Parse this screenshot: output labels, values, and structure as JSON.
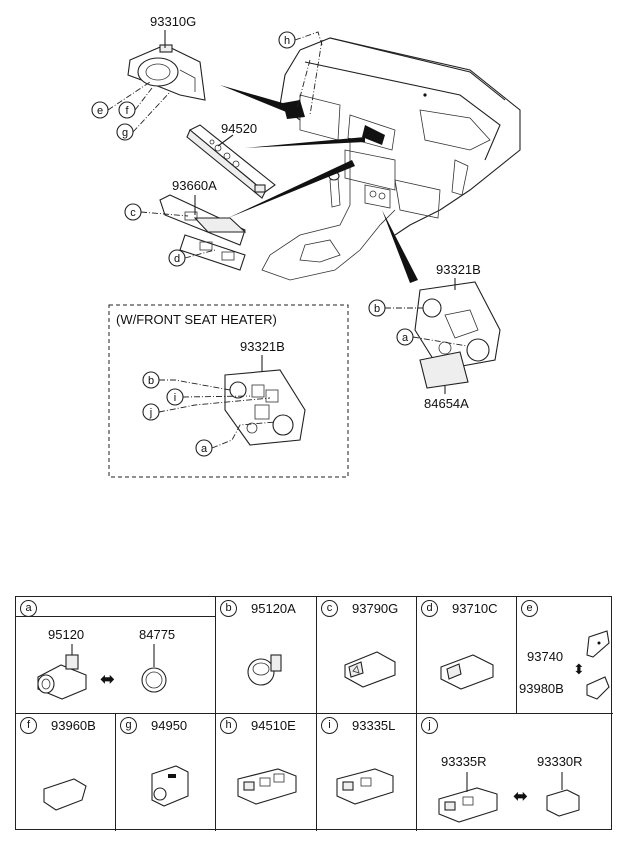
{
  "diagram": {
    "callouts": {
      "p93310G": "93310G",
      "p94520": "94520",
      "p93660A": "93660A",
      "p93321B_main": "93321B",
      "p84654A": "84654A",
      "p93321B_heater": "93321B"
    },
    "heater_box_title": "(W/FRONT SEAT HEATER)",
    "letters": {
      "h": "h",
      "e": "e",
      "f": "f",
      "g": "g",
      "c": "c",
      "d": "d",
      "b_main": "b",
      "a_main": "a",
      "b_heat": "b",
      "i_heat": "i",
      "j_heat": "j",
      "a_heat": "a"
    }
  },
  "legend": {
    "a": {
      "letter": "a",
      "parts": [
        "95120",
        "84775"
      ],
      "arrow": "⬌"
    },
    "b": {
      "letter": "b",
      "part": "95120A"
    },
    "c": {
      "letter": "c",
      "part": "93790G"
    },
    "d": {
      "letter": "d",
      "part": "93710C"
    },
    "e": {
      "letter": "e",
      "parts": [
        "93740",
        "93980B"
      ],
      "arrow": "⬍"
    },
    "f": {
      "letter": "f",
      "part": "93960B"
    },
    "g": {
      "letter": "g",
      "part": "94950"
    },
    "h": {
      "letter": "h",
      "part": "94510E"
    },
    "i": {
      "letter": "i",
      "part": "93335L"
    },
    "j": {
      "letter": "j",
      "parts": [
        "93335R",
        "93330R"
      ],
      "arrow": "⬌"
    }
  }
}
